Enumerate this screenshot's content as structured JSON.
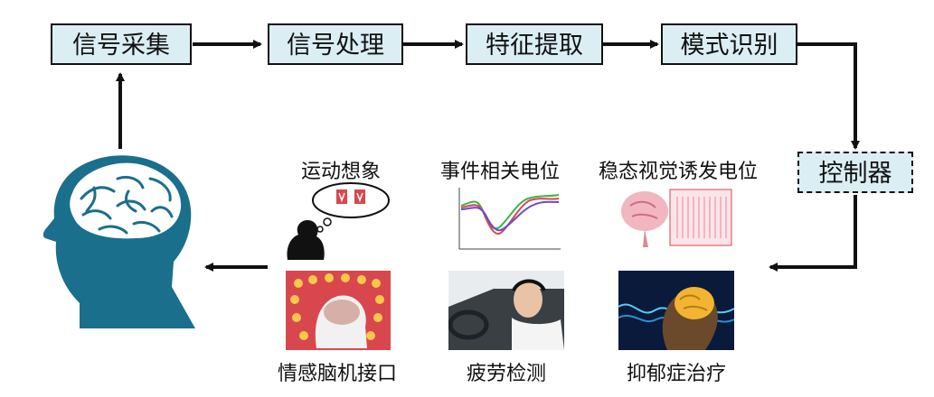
{
  "pipeline": {
    "acquisition": "信号采集",
    "processing": "信号处理",
    "feature": "特征提取",
    "recognition": "模式识别",
    "controller": "控制器"
  },
  "paradigms": {
    "motor_imagery": "运动想象",
    "erp": "事件相关电位",
    "ssvep": "稳态视觉诱发电位"
  },
  "applications": {
    "emotion": "情感脑机接口",
    "fatigue": "疲劳检测",
    "depression": "抑郁症治疗"
  },
  "colors": {
    "box_fill": "#dbeef4",
    "head_blue": "#1a6f8c",
    "emotion_bg": "#d9474e"
  }
}
